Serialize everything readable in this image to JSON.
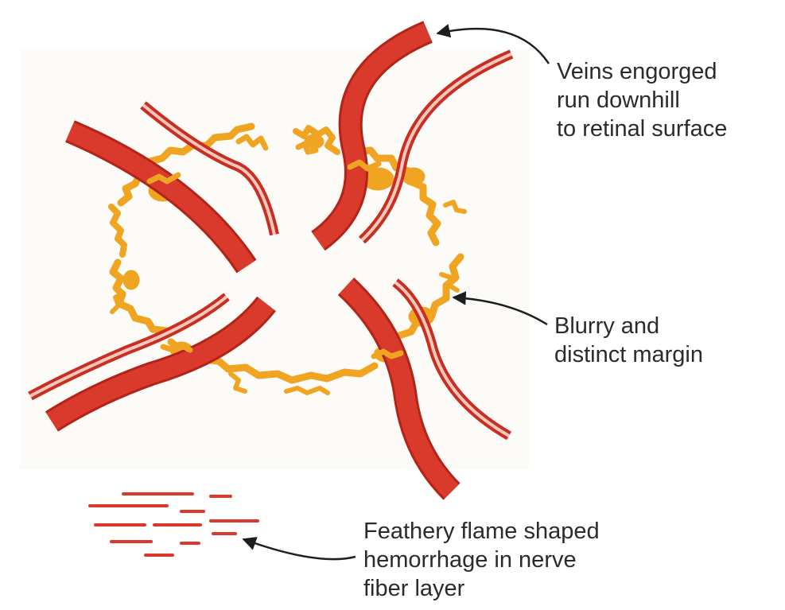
{
  "annotations": {
    "veins": [
      "Veins engorged",
      "run downhill",
      "to retinal surface"
    ],
    "margin": [
      "Blurry and",
      "distinct margin"
    ],
    "hemorrhage": [
      "Feathery flame shaped",
      "hemorrhage in nerve",
      "fiber layer"
    ]
  },
  "colors": {
    "vessel_fill": "#d93a2b",
    "vessel_outline": "#b32418",
    "artery_highlight": "#f6c7bd",
    "margin_edema": "#f0a522",
    "arrow": "#1e1e1e",
    "text": "#2b2b2b",
    "background": "#ffffff"
  }
}
